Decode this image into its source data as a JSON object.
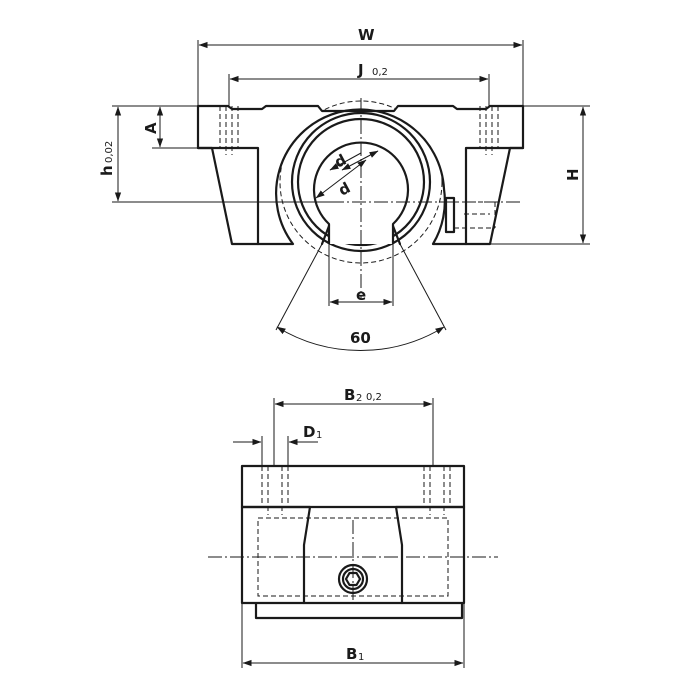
{
  "front_view": {
    "label_W": "W",
    "label_J": "J",
    "tol_J": "0,2",
    "label_A": "A",
    "label_h": "h",
    "tol_h": "0,02",
    "label_H": "H",
    "label_d1": "d",
    "label_d2": "d",
    "label_e": "e",
    "label_angle": "60"
  },
  "top_view": {
    "label_B2": "B",
    "sub_B2": "2",
    "tol_B2": "0,2",
    "label_D1": "D",
    "sub_D1": "1",
    "label_B1": "B",
    "sub_B1": "1"
  }
}
